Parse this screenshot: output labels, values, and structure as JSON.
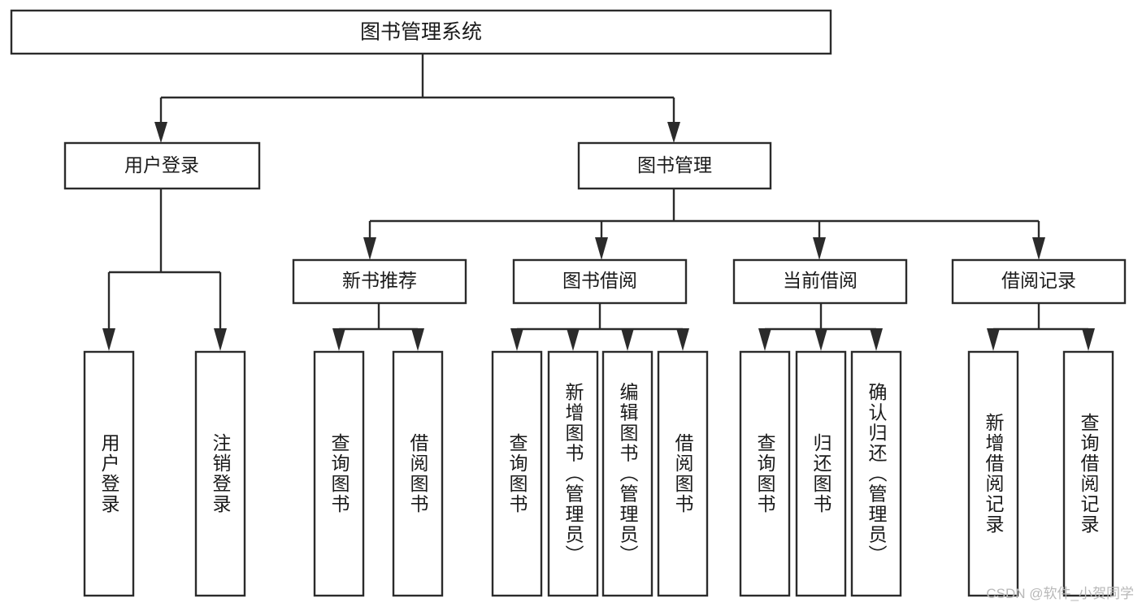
{
  "diagram": {
    "title": "图书管理系统",
    "type": "hierarchy-tree",
    "colors": {
      "box_stroke": "#2b2b2b",
      "box_fill": "#ffffff",
      "text": "#1a1a1a",
      "background": "#ffffff",
      "watermark": "#b8b8b8"
    },
    "root": {
      "label": "图书管理系统"
    },
    "level2": [
      {
        "label": "用户登录"
      },
      {
        "label": "图书管理"
      }
    ],
    "level3": [
      {
        "label": "新书推荐"
      },
      {
        "label": "图书借阅"
      },
      {
        "label": "当前借阅"
      },
      {
        "label": "借阅记录"
      }
    ],
    "groups": [
      {
        "parent": "用户登录",
        "leaves": [
          "用户登录",
          "注销登录"
        ]
      },
      {
        "parent": "新书推荐",
        "leaves": [
          "查询图书",
          "借阅图书"
        ]
      },
      {
        "parent": "图书借阅",
        "leaves": [
          "查询图书",
          "新增图书（管理员）",
          "编辑图书（管理员）",
          "借阅图书"
        ]
      },
      {
        "parent": "当前借阅",
        "leaves": [
          "查询图书",
          "归还图书",
          "确认归还（管理员）"
        ]
      },
      {
        "parent": "借阅记录",
        "leaves": [
          "新增借阅记录",
          "查询借阅记录"
        ]
      }
    ],
    "leaves_flat": [
      "用户登录",
      "注销登录",
      "查询图书",
      "借阅图书",
      "查询图书",
      "新增图书（管理员）",
      "编辑图书（管理员）",
      "借阅图书",
      "查询图书",
      "归还图书",
      "确认归还（管理员）",
      "新增借阅记录",
      "查询借阅记录"
    ]
  },
  "watermark": {
    "text": "CSDN @软件_小贺同学"
  }
}
